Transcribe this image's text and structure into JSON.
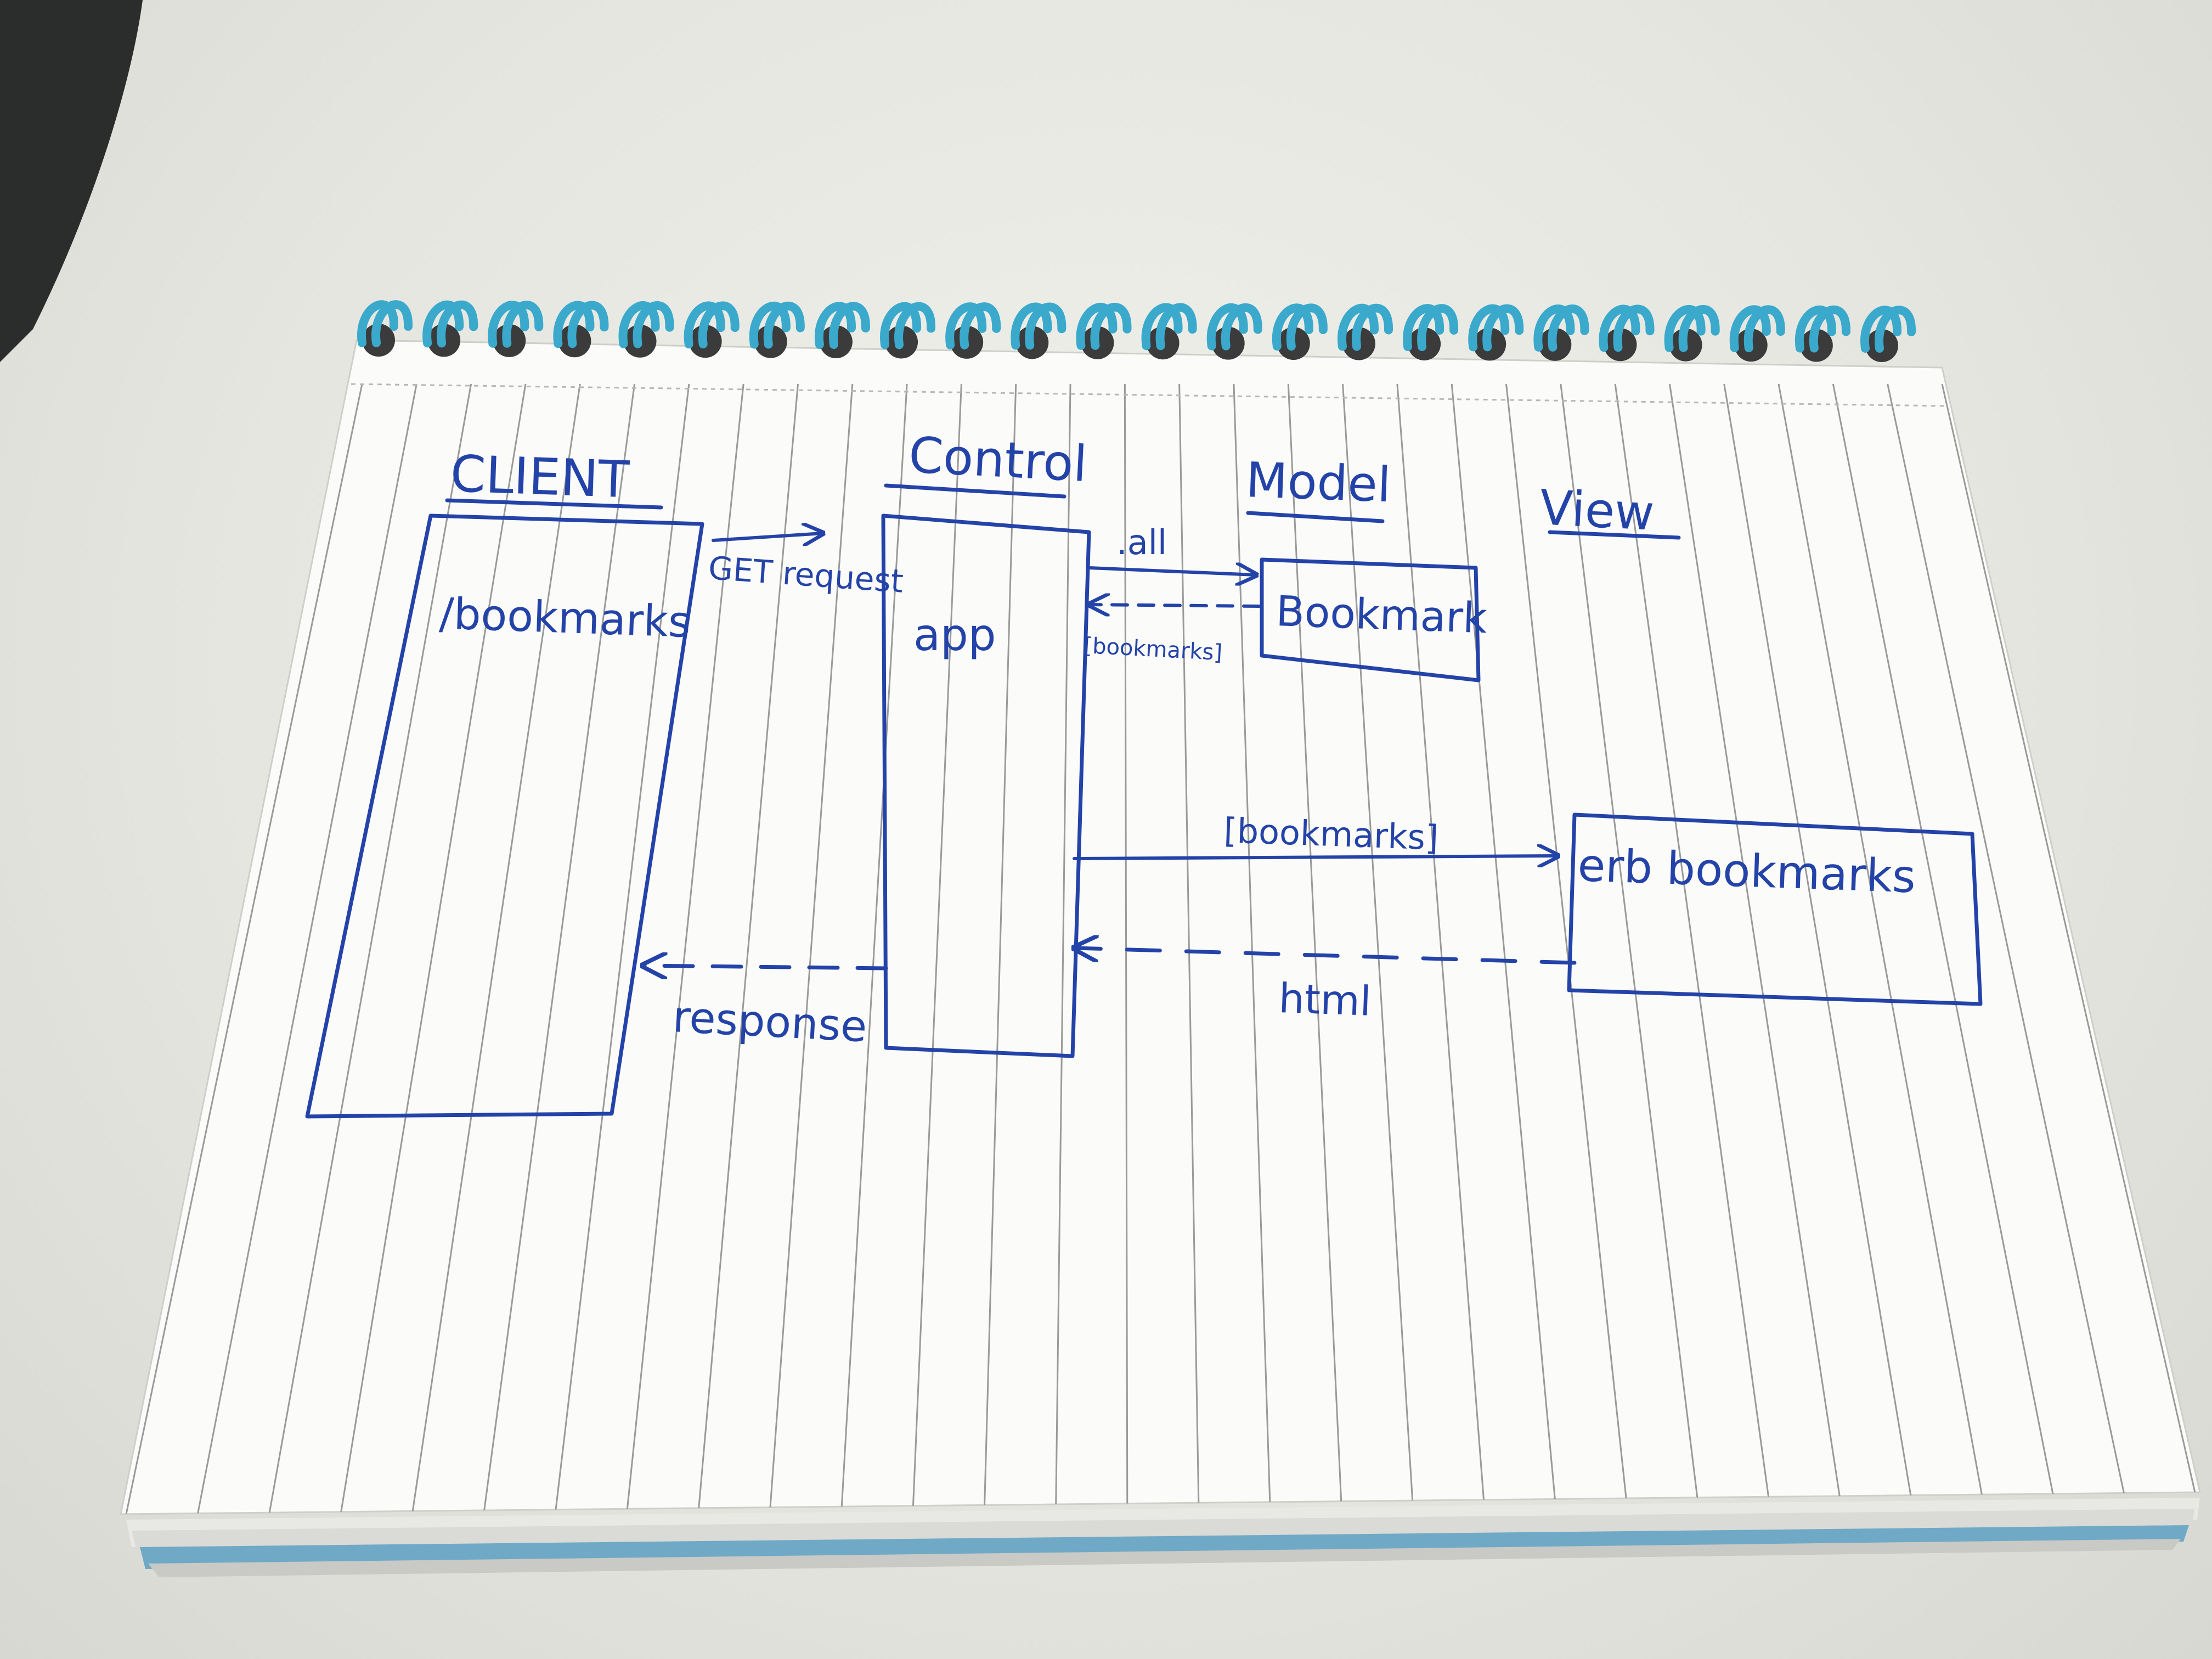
{
  "diagram": {
    "colors": {
      "ink": "#2443a8",
      "spiral": "#3aa9cc",
      "paper": "#fbfbfa",
      "rule_lines": "#9a9a9a",
      "desk": "#e4e4de"
    },
    "participants": {
      "client": "CLIENT",
      "control": "Control",
      "model": "Model",
      "view": "View"
    },
    "boxes": {
      "client": "/bookmarks",
      "control": "app",
      "model": "Bookmark",
      "view": "erb bookmarks"
    },
    "messages": {
      "get_request": "GET request",
      "all": ".all",
      "bookmarks_return": "[bookmarks]",
      "bookmarks_to_view": "[bookmarks]",
      "html": "html",
      "response": "response"
    }
  }
}
